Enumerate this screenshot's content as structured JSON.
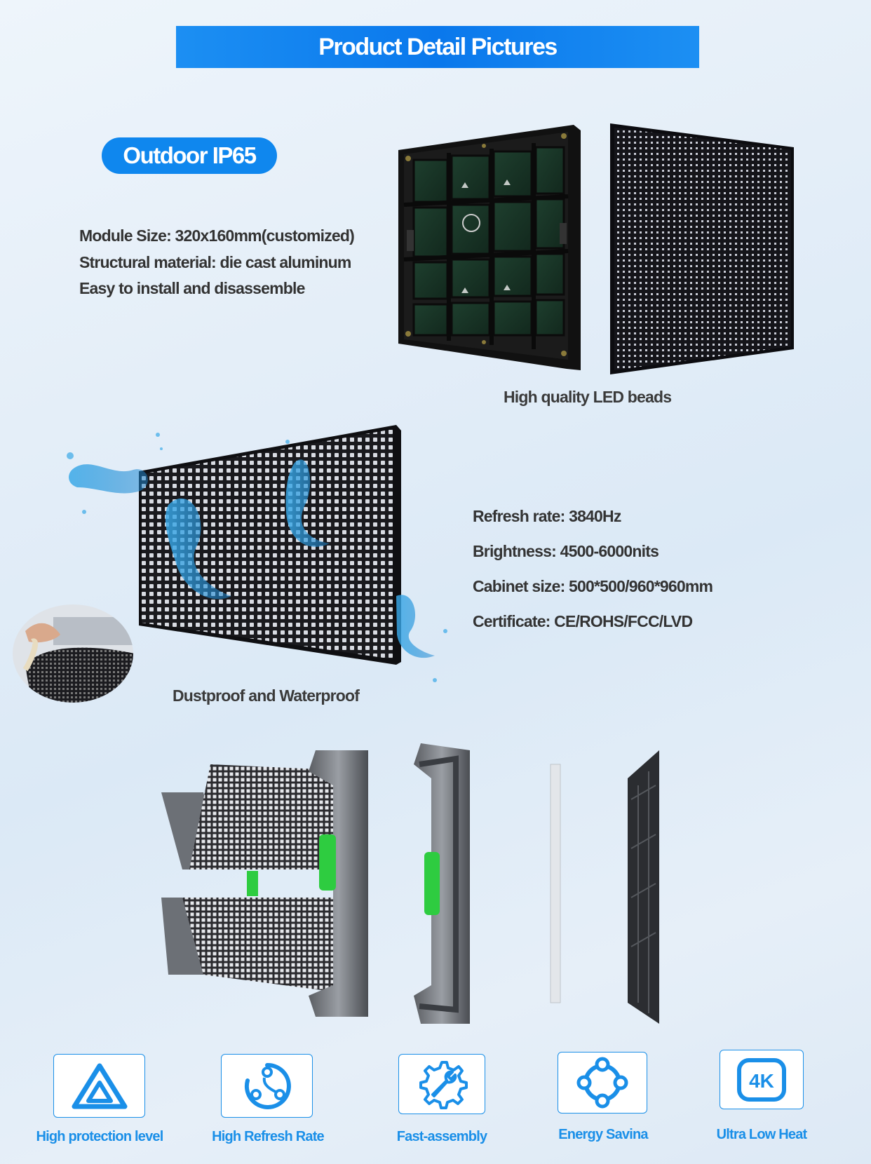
{
  "header": {
    "title": "Product Detail Pictures"
  },
  "section1": {
    "badge": "Outdoor IP65",
    "specs": [
      "Module Size: 320x160mm(customized)",
      "Structural material: die cast aluminum",
      "Easy to install and disassemble"
    ],
    "caption": "High quality LED beads"
  },
  "section2": {
    "specs": [
      "Refresh rate: 3840Hz",
      "Brightness: 4500-6000nits",
      "Cabinet size: 500*500/960*960mm",
      "Certificate: CE/ROHS/FCC/LVD"
    ],
    "caption": "Dustproof and Waterproof"
  },
  "features": [
    {
      "label": "High protection level",
      "icon": "triangle-shield-icon"
    },
    {
      "label": "High Refresh Rate",
      "icon": "refresh-cycle-icon"
    },
    {
      "label": "Fast-assembly",
      "icon": "wrench-gear-icon"
    },
    {
      "label": "Energy Savina",
      "icon": "network-nodes-icon"
    },
    {
      "label": "Ultra Low Heat",
      "icon": "4k-icon"
    }
  ],
  "icons": {
    "four_k_text": "4K"
  },
  "colors": {
    "accent": "#1a8fe8",
    "banner": "#0a78ec",
    "led_green": "#2ecc40"
  }
}
